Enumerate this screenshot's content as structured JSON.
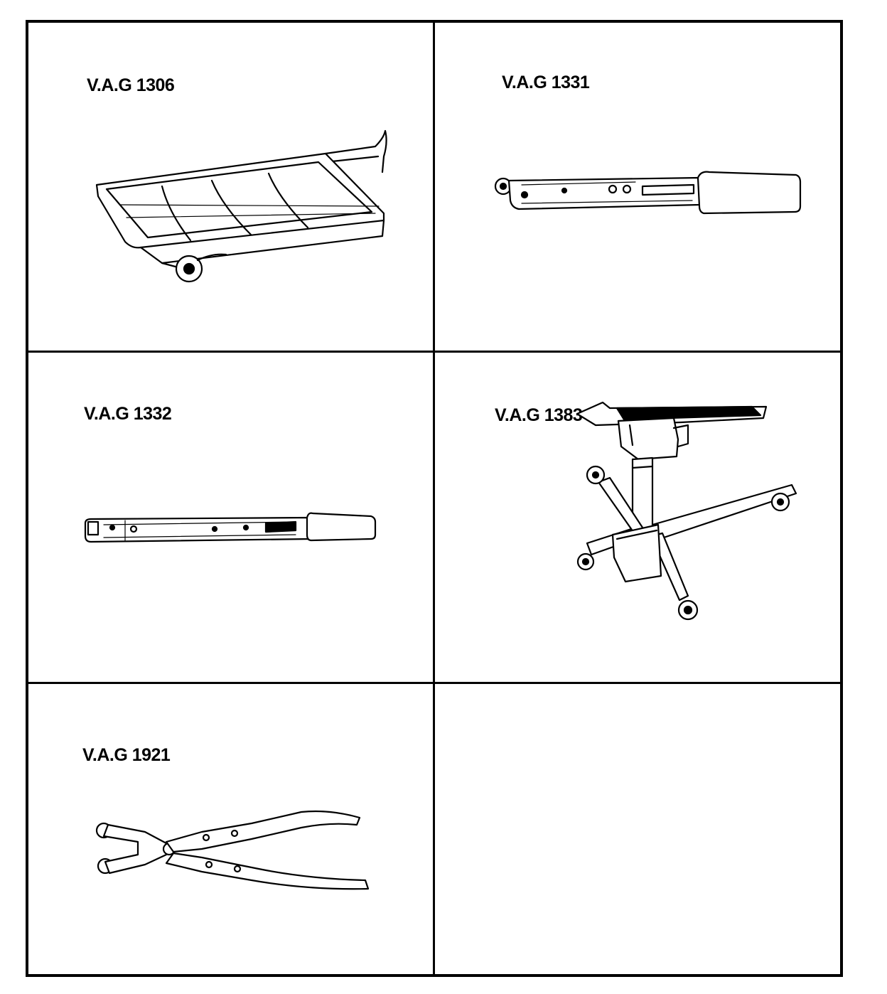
{
  "tools": [
    {
      "id": "1306",
      "label": "V.A.G 1306",
      "icon": "drain-pan-trolley-icon"
    },
    {
      "id": "1331",
      "label": "V.A.G 1331",
      "icon": "torque-wrench-icon"
    },
    {
      "id": "1332",
      "label": "V.A.G 1332",
      "icon": "torque-wrench-long-icon"
    },
    {
      "id": "1383a",
      "label": "V.A.G 1383 A",
      "icon": "transmission-jack-icon"
    },
    {
      "id": "1921",
      "label": "V.A.G 1921",
      "icon": "hose-clip-pliers-icon"
    }
  ]
}
